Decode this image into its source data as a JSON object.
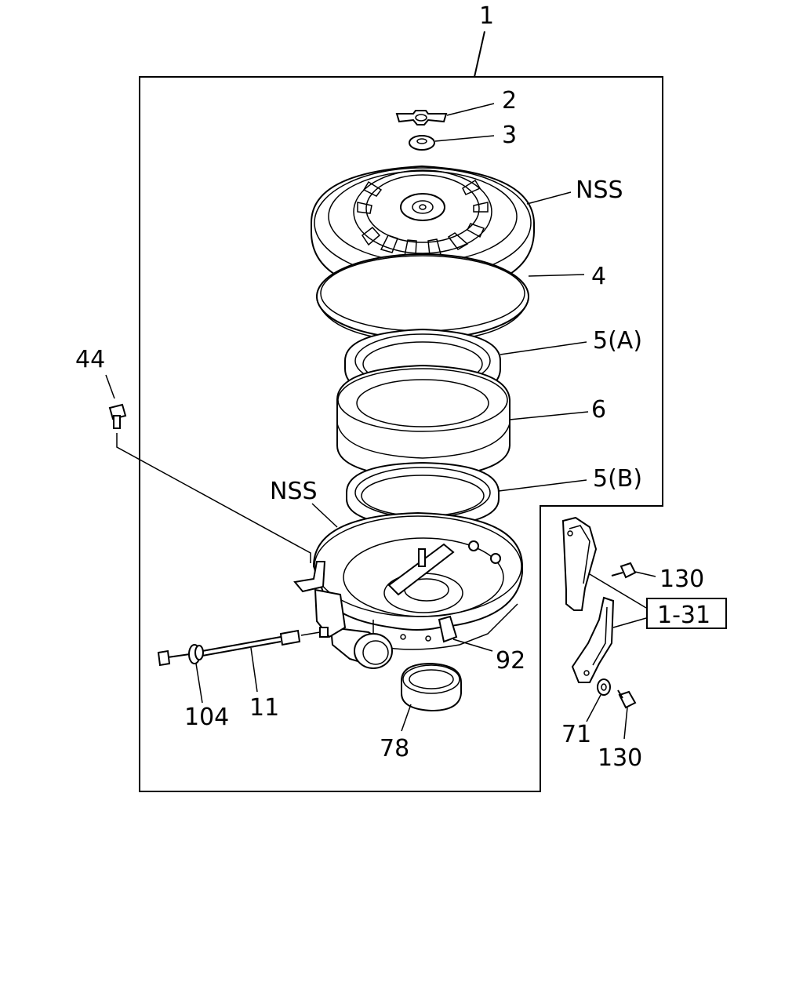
{
  "labels": {
    "l1": "1",
    "l2": "2",
    "l3": "3",
    "nss_top": "NSS",
    "l4": "4",
    "l5a": "5(A)",
    "l6": "6",
    "l5b": "5(B)",
    "nss_body": "NSS",
    "l44": "44",
    "l92": "92",
    "l104": "104",
    "l11": "11",
    "l78": "78",
    "l130a": "130",
    "ref": "1-31",
    "l71": "71",
    "l130b": "130"
  }
}
